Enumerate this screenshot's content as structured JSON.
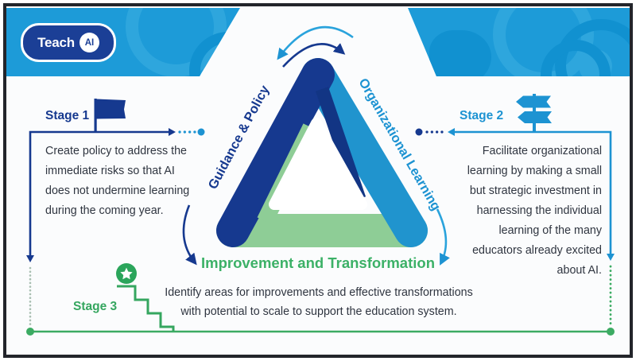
{
  "brand": {
    "name": "Teach",
    "badge": "AI"
  },
  "triangle": {
    "left_edge_label": "Guidance & Policy",
    "right_edge_label": "Organizational Learning",
    "bottom_label": "Improvement and Transformation"
  },
  "stages": [
    {
      "label": "Stage 1",
      "icon": "flag-icon",
      "lines": [
        "Create policy to address the",
        "immediate risks so that AI",
        "does not undermine learning",
        "during the coming year."
      ]
    },
    {
      "label": "Stage 2",
      "icon": "signpost-icon",
      "lines": [
        "Facilitate organizational",
        "learning by making a small",
        "but strategic investment in",
        "harnessing the individual",
        "learning of the many",
        "educators already excited",
        "about AI."
      ]
    },
    {
      "label": "Stage 3",
      "icon": "stairs-star-icon",
      "lines": [
        "Identify areas for improvements and effective transformations",
        "with potential to scale to support the education system."
      ]
    }
  ],
  "colors": {
    "navy": "#16398f",
    "cyan": "#1d93d2",
    "banner_blue": "#1d9bd8",
    "green": "#3cab63",
    "logo_green": "#8ecd96",
    "body_text": "#2f3540"
  }
}
